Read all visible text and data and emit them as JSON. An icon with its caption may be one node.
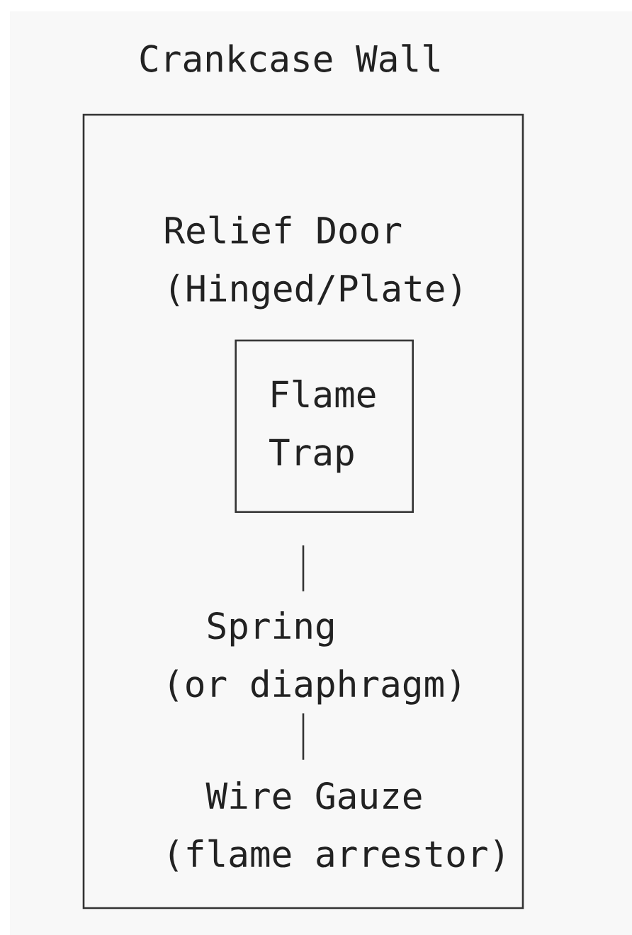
{
  "diagram": {
    "nodes": [
      {
        "text": [
          "Crankcase Wall",
          "Relief Door",
          "(Hinged/Plate)"
        ]
      },
      {
        "text": [
          "Flame Trap"
        ],
        "in": 0
      },
      {
        "text": [
          "Spring",
          "(or diaphragm)"
        ],
        "in": 0
      },
      {
        "text": [
          "Wire Gauze",
          "(flame arrestor)"
        ],
        "in": 0
      }
    ],
    "edges": [
      {
        "from": 1,
        "to": 2,
        "arrow": "none"
      },
      {
        "from": 2,
        "to": 3,
        "arrow": "none"
      }
    ]
  }
}
